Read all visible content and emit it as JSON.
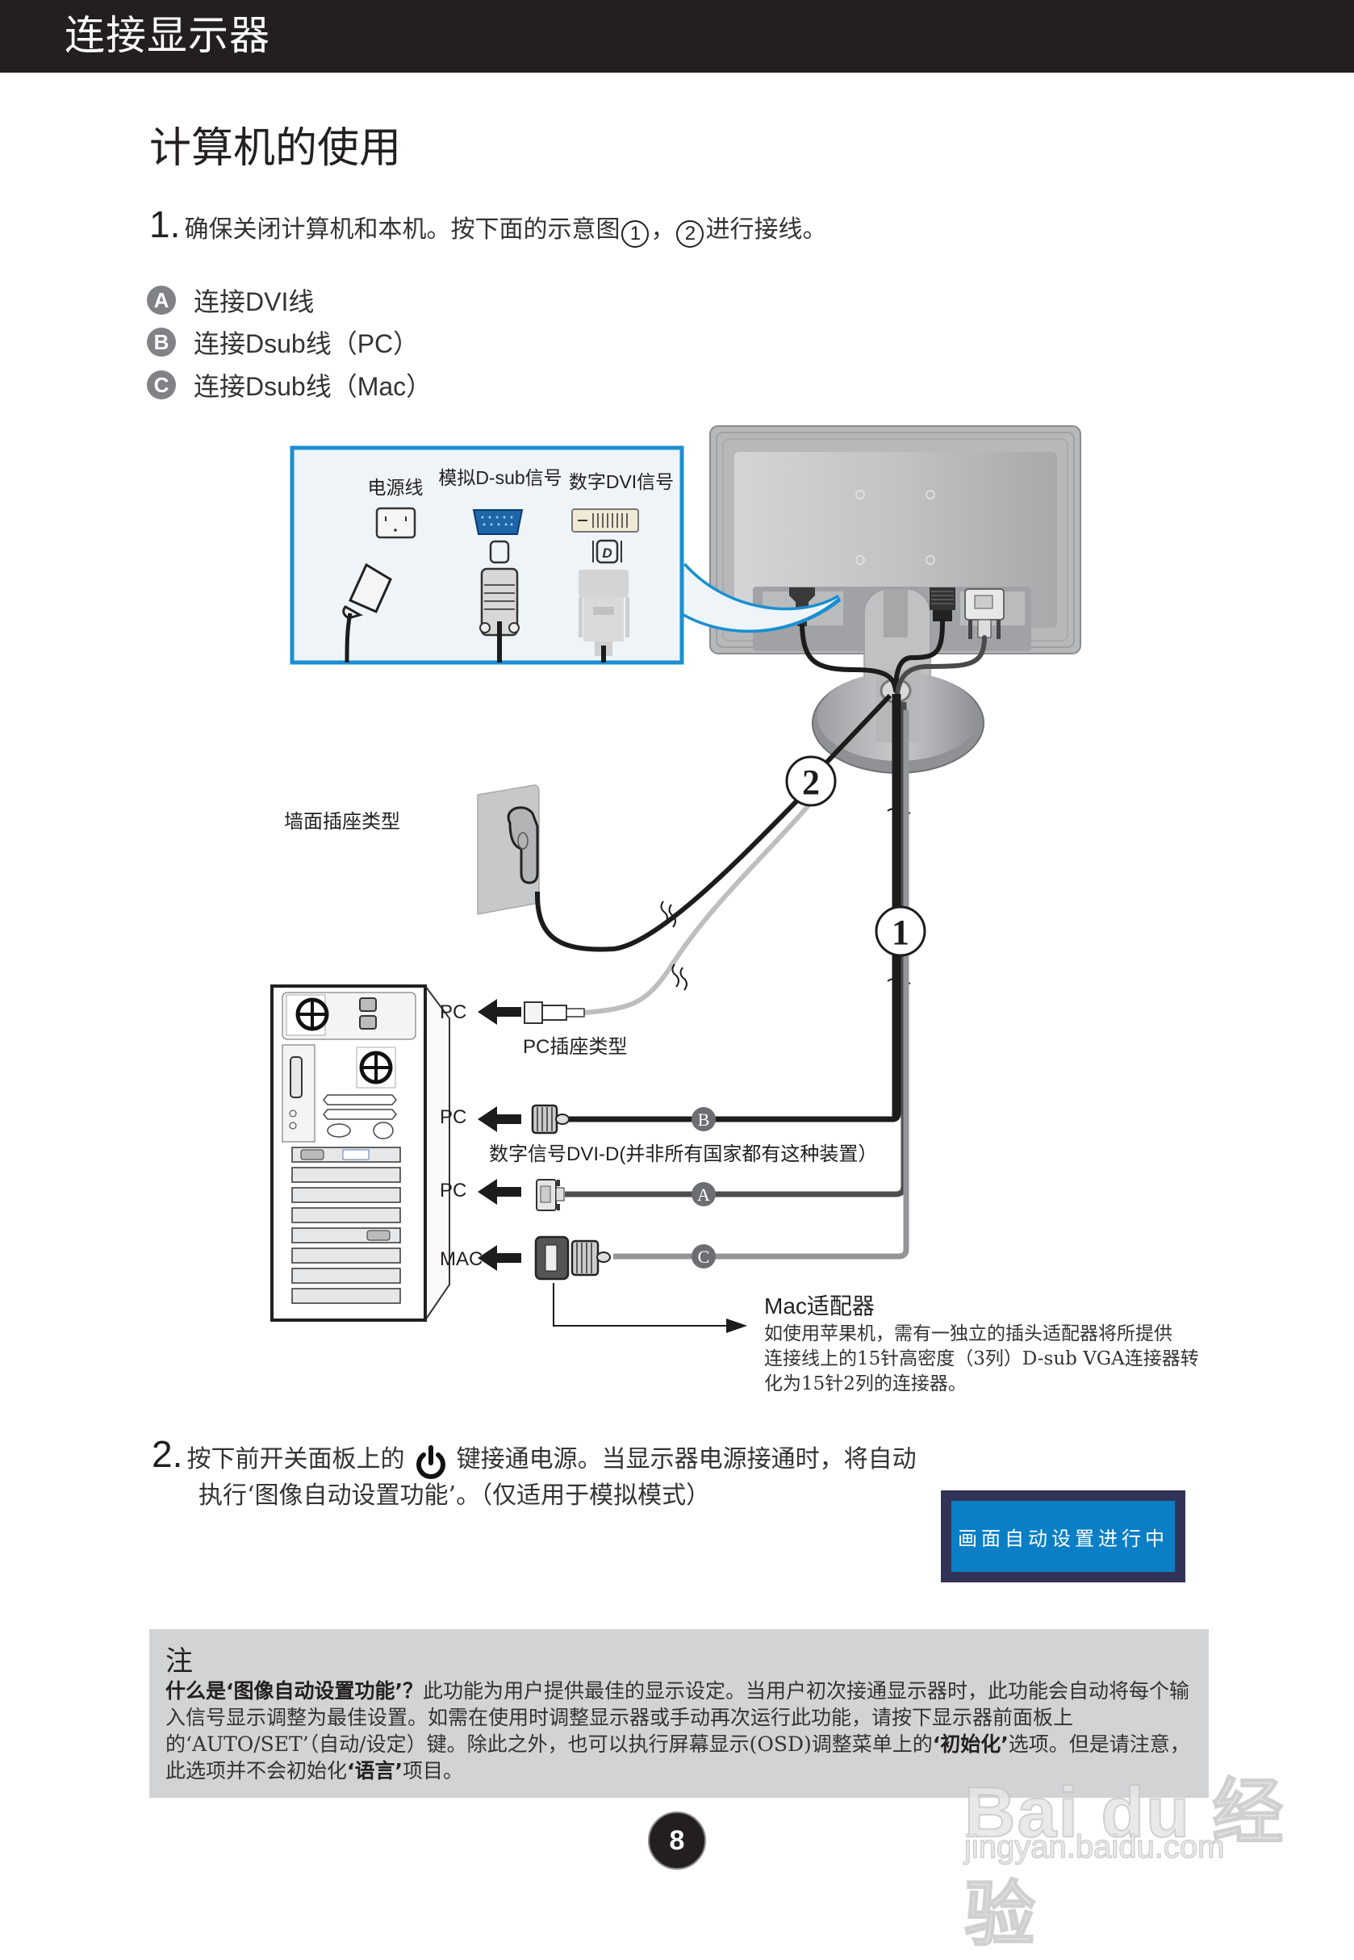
{
  "header": {
    "title": "连接显示器"
  },
  "section": {
    "title": "计算机的使用"
  },
  "step1": {
    "number": "1.",
    "text_before": "确保关闭计算机和本机。按下面的示意图",
    "marker1": "1",
    "separator": "，",
    "marker2": "2",
    "text_after": "进行接线。"
  },
  "legend": [
    {
      "badge": "A",
      "label": "连接DVI线"
    },
    {
      "badge": "B",
      "label": "连接Dsub线（PC）"
    },
    {
      "badge": "C",
      "label": "连接Dsub线（Mac）"
    }
  ],
  "diagram": {
    "inset": {
      "power_label": "电源线",
      "dsub_label": "模拟D-sub信号",
      "dvi_label": "数字DVI信号",
      "dvi_port_glyph": "D"
    },
    "wall_outlet_label": "墙面插座类型",
    "markers": {
      "power": "2",
      "signal": "1"
    },
    "pc_labels": [
      "PC",
      "PC",
      "PC",
      "MAC"
    ],
    "pc_outlet_label": "PC插座类型",
    "cable_badges": [
      "B",
      "A",
      "C"
    ],
    "dvi_note": "数字信号DVI-D(并非所有国家都有这种装置）",
    "mac_adapter": {
      "title": "Mac适配器",
      "lines": [
        "如使用苹果机，需有一独立的插头适配器将所提供",
        "连接线上的15针高密度（3列）D-sub VGA连接器转",
        "化为15针2列的连接器。"
      ]
    }
  },
  "step2": {
    "number": "2.",
    "line1_before": "按下前开关面板上的",
    "power_icon": "power-icon",
    "line1_after": "键接通电源。当显示器电源接通时，将自动",
    "line2": "执行‘图像自动设置功能’。（仅适用于模拟模式）"
  },
  "osd": {
    "text": "画面自动设置进行中"
  },
  "note": {
    "title": "注",
    "bold_question": "什么是‘图像自动设置功能’？",
    "text1": "此功能为用户提供最佳的显示设定。当用户初次接通显示器时，此功能会自动将每个输入信号显示调整为最佳设置。如需在使用时调整显示器或手动再次运行此功能，请按下显示器前面板上的‘AUTO/SET’（自动/设定）键。除此之外，也可以执行屏幕显示(OSD)调整菜单上的",
    "bold_init": "‘初始化’",
    "text2": "选项。但是请注意，此选项并不会初始化",
    "bold_lang": "‘语言’",
    "text3": "项目。"
  },
  "page": {
    "number": "8"
  },
  "watermark": {
    "brand": "Bai du 经验",
    "url": "jingyan.baidu.com"
  },
  "colors": {
    "header_bg": "#231f20",
    "inset_border": "#1a8fd1",
    "osd_frame": "#303355",
    "osd_fill": "#0a7fc6",
    "note_bg": "#d1d3d4",
    "badge_gray": "#808285"
  }
}
